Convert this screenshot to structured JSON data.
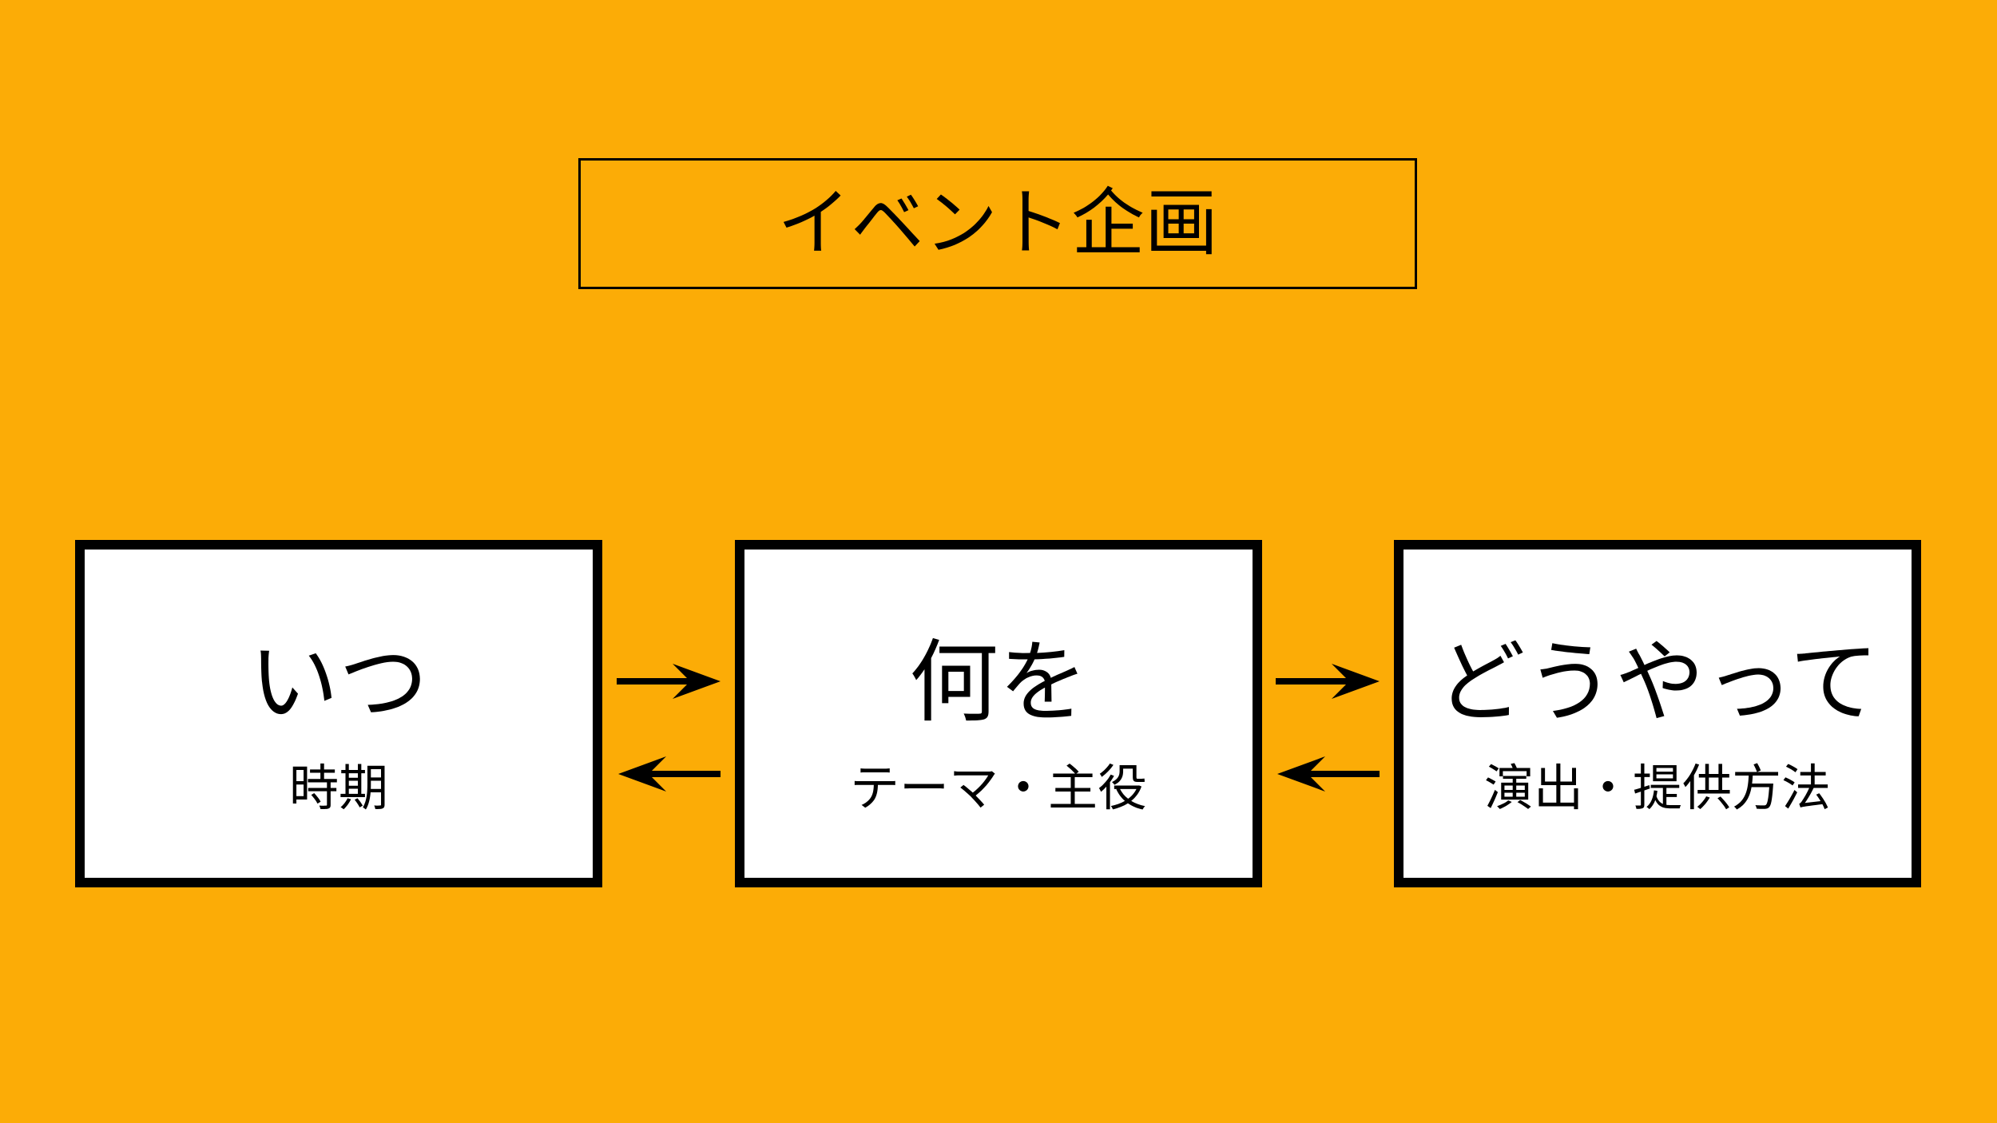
{
  "title": "イベント企画",
  "boxes": [
    {
      "main": "いつ",
      "sub": "時期"
    },
    {
      "main": "何を",
      "sub": "テーマ・主役"
    },
    {
      "main": "どうやって",
      "sub": "演出・提供方法"
    }
  ],
  "colors": {
    "background": "#FCAC06",
    "box_fill": "#FFFFFF",
    "stroke": "#000000"
  }
}
